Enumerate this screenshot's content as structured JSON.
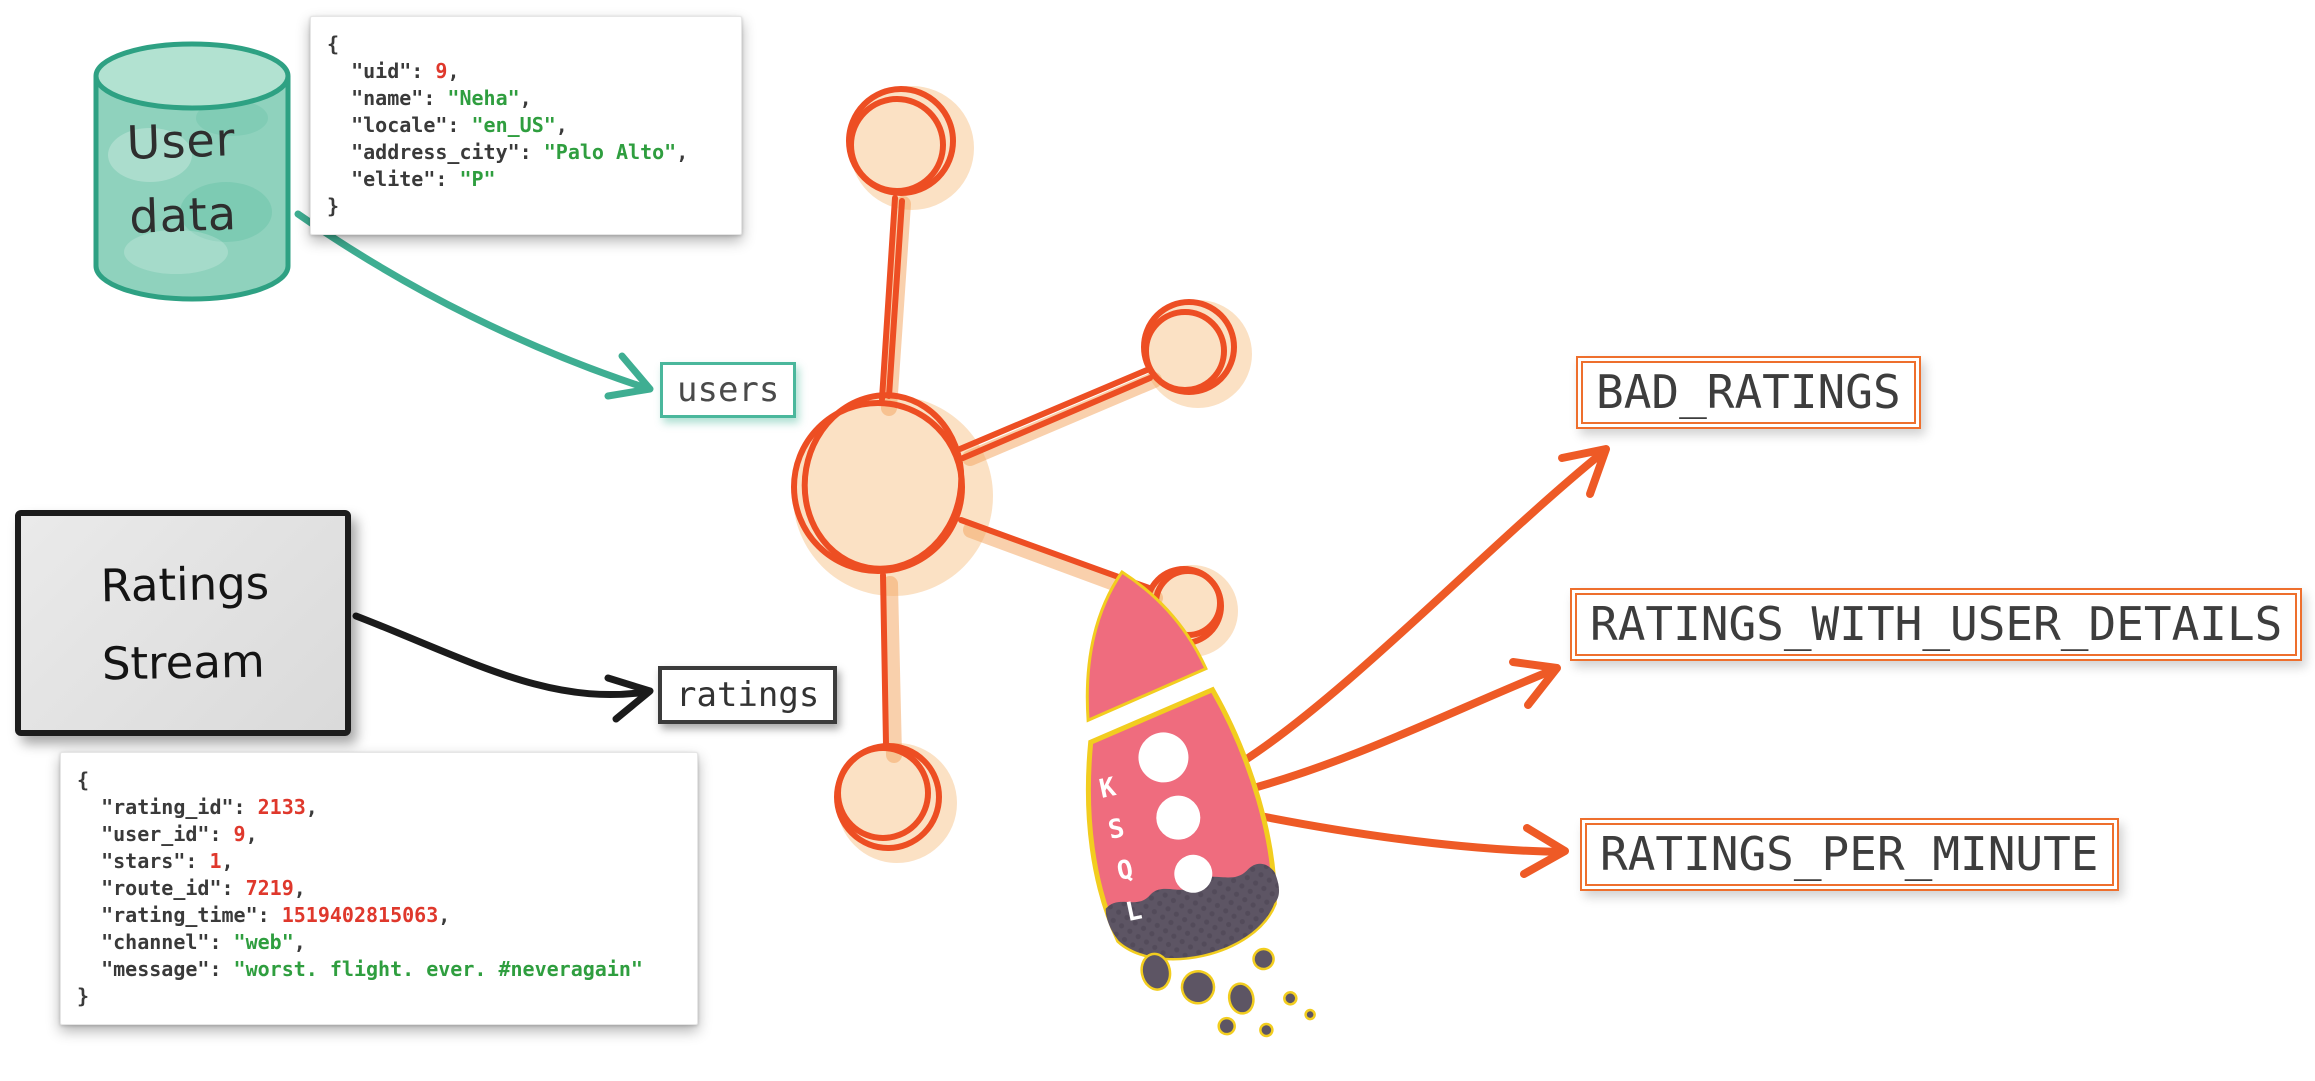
{
  "colors": {
    "teal": "#3fae92",
    "teal_fill": "#8fd2bd",
    "orange": "#ed4e23",
    "orange_wash": "#f4a968",
    "arrow_orange": "#ee5a26",
    "black": "#1b1b1b",
    "rocket_pink": "#ef6c7e",
    "rocket_dark": "#5d5564",
    "rocket_yellow": "#f2cd1f",
    "json_key": "#3a3a3a",
    "json_number": "#df382c",
    "json_string": "#2f9e3f"
  },
  "icons": {
    "database": "user-database-cylinder",
    "cluster": "kafka-cluster-doodle",
    "rocket": "ksql-rocket"
  },
  "source_db": {
    "label_line1": "User",
    "label_line2": "data"
  },
  "ratings_stream": {
    "label_line1": "Ratings",
    "label_line2": "Stream"
  },
  "topics": {
    "users": "users",
    "ratings": "ratings"
  },
  "ksql_rocket": {
    "label": "KSQL"
  },
  "outputs": [
    {
      "label": "BAD_RATINGS"
    },
    {
      "label": "RATINGS_WITH_USER_DETAILS"
    },
    {
      "label": "RATINGS_PER_MINUTE"
    }
  ],
  "user_json": {
    "open": "{",
    "close": "}",
    "fields": [
      {
        "key": "uid",
        "value": "9",
        "type": "number"
      },
      {
        "key": "name",
        "value": "Neha",
        "type": "string"
      },
      {
        "key": "locale",
        "value": "en_US",
        "type": "string"
      },
      {
        "key": "address_city",
        "value": "Palo Alto",
        "type": "string"
      },
      {
        "key": "elite",
        "value": "P",
        "type": "string"
      }
    ]
  },
  "rating_json": {
    "open": "{",
    "close": "}",
    "fields": [
      {
        "key": "rating_id",
        "value": "2133",
        "type": "number"
      },
      {
        "key": "user_id",
        "value": "9",
        "type": "number"
      },
      {
        "key": "stars",
        "value": "1",
        "type": "number"
      },
      {
        "key": "route_id",
        "value": "7219",
        "type": "number"
      },
      {
        "key": "rating_time",
        "value": "1519402815063",
        "type": "number"
      },
      {
        "key": "channel",
        "value": "web",
        "type": "string"
      },
      {
        "key": "message",
        "value": "worst. flight. ever. #neveragain",
        "type": "string"
      }
    ]
  },
  "edges": [
    {
      "from": "user-data-db",
      "to": "users-topic",
      "color": "#3fae92"
    },
    {
      "from": "ratings-stream",
      "to": "ratings-topic",
      "color": "#1b1b1b"
    },
    {
      "from": "ksql-rocket",
      "to": "BAD_RATINGS",
      "color": "#ee5a26"
    },
    {
      "from": "ksql-rocket",
      "to": "RATINGS_WITH_USER_DETAILS",
      "color": "#ee5a26"
    },
    {
      "from": "ksql-rocket",
      "to": "RATINGS_PER_MINUTE",
      "color": "#ee5a26"
    }
  ]
}
